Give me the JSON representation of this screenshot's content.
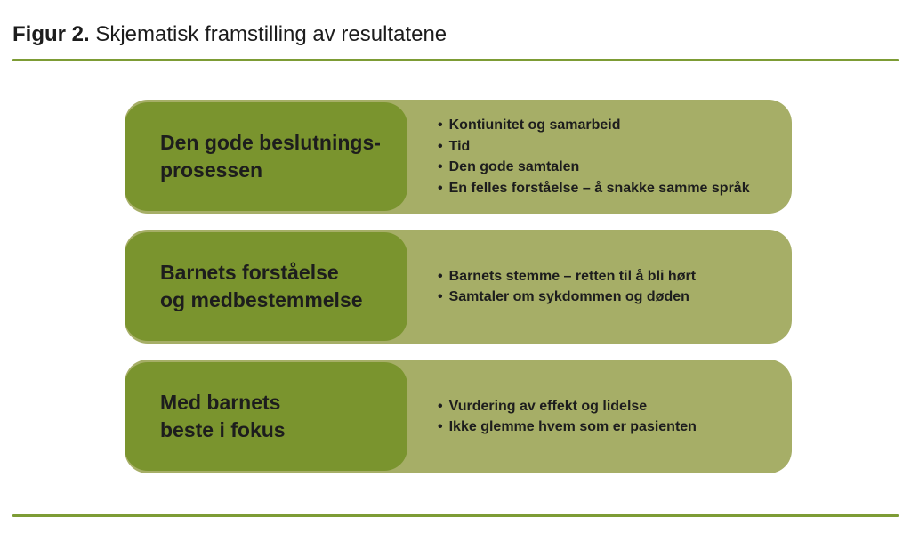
{
  "figure": {
    "title_bold": "Figur 2.",
    "title_rest": " Skjematisk framstilling av resultatene"
  },
  "glyphs": {
    "bullet": "•"
  },
  "colors": {
    "dark_green": "#7a942e",
    "light_green": "#a6ae67",
    "rule_green": "#7d9c35",
    "text": "#1c1c1c"
  },
  "rows": [
    {
      "heading_line1": "Den gode beslutnings-",
      "heading_line2": "prosessen",
      "bullets": [
        "Kontiunitet og samarbeid",
        "Tid",
        "Den gode samtalen",
        "En felles forståelse – å snakke samme språk"
      ]
    },
    {
      "heading_line1": "Barnets forståelse",
      "heading_line2": "og medbestemmelse",
      "bullets": [
        "Barnets stemme – retten til å bli hørt",
        "Samtaler om sykdommen og døden"
      ]
    },
    {
      "heading_line1": "Med barnets",
      "heading_line2": "beste i fokus",
      "bullets": [
        "Vurdering av effekt og lidelse",
        "Ikke glemme hvem som er pasienten"
      ]
    }
  ]
}
